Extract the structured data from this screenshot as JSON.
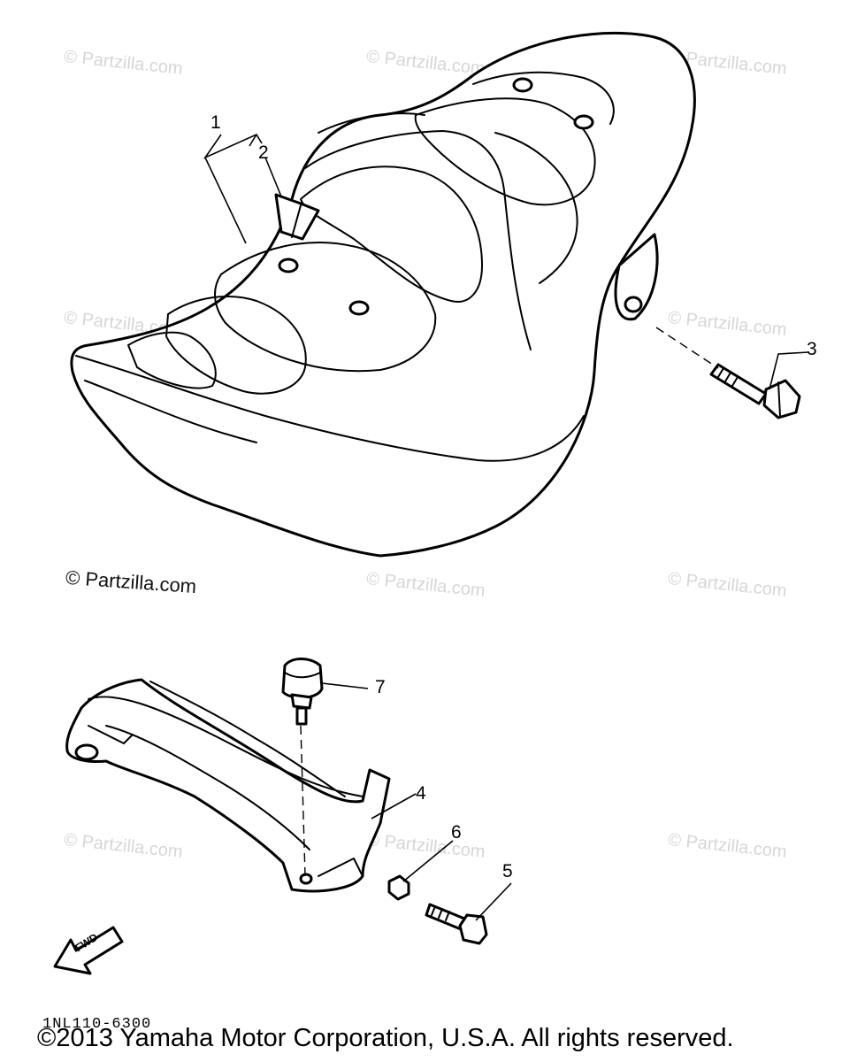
{
  "diagram": {
    "callouts": [
      "1",
      "2",
      "3",
      "4",
      "5",
      "6",
      "7"
    ],
    "fwd_label": "FWD",
    "part_number": "1NL110-6300",
    "copyright": "©2013 Yamaha Motor Corporation, U.S.A. All rights reserved."
  },
  "watermarks": {
    "light": "© Partzilla.com",
    "dark": "© Partzilla.com"
  }
}
